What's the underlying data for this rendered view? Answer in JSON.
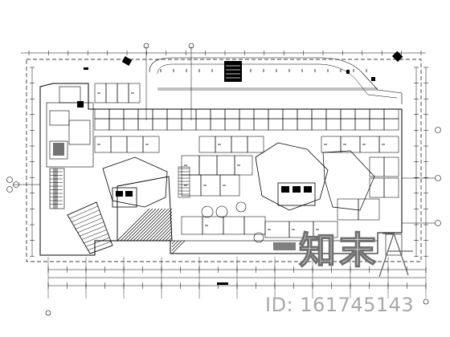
{
  "drawing": {
    "title": "Shopping mall floor plan drawing",
    "line_color": "#000000",
    "background": "#ffffff"
  },
  "watermark": {
    "logo_text": "知末",
    "id_text": "ID: 161745143",
    "text_color": "#a8a8a8"
  },
  "icons": [
    "grid-axis-bubble-icon",
    "stair-icon",
    "elevator-core-icon",
    "escalator-icon"
  ]
}
